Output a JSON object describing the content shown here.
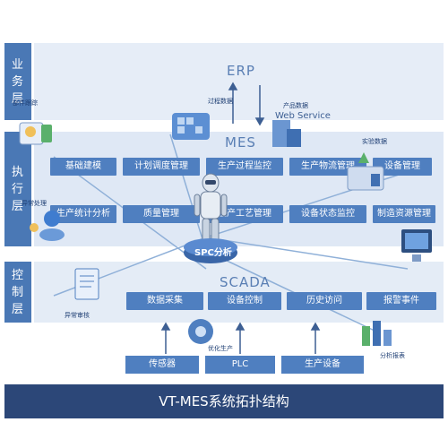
{
  "layers": {
    "business": "业务层",
    "execution": "执行层",
    "control": "控制层"
  },
  "systems": {
    "erp": "ERP",
    "web_service": "Web Service",
    "mes": "MES",
    "scada": "SCADA",
    "spc": "SPC分析"
  },
  "mes_modules_row1": [
    "基础建模",
    "计划调度管理",
    "生产过程监控",
    "生产物流管理",
    "设备管理"
  ],
  "mes_modules_row2": [
    "生产统计分析",
    "质量管理",
    "生产工艺管理",
    "设备状态监控",
    "制造资源管理"
  ],
  "scada_modules": [
    "数据采集",
    "设备控制",
    "历史访问",
    "报警事件"
  ],
  "devices": [
    "传感器",
    "PLC",
    "生产设备"
  ],
  "icon_labels": {
    "parts_tracking": "部件跟踪",
    "process_data": "过程数据",
    "product_data": "产品数据",
    "experiment_data": "实验数据",
    "exception_handling": "异常处理",
    "exception_audit": "异常审核",
    "optimize_production": "优化生产",
    "analysis_report": "分析报表"
  },
  "title": "VT-MES系统拓扑结构",
  "colors": {
    "accent": "#4f7fc0",
    "layer_tag": "#4a78b5",
    "band": "#e4ecf7",
    "footer": "#2c4778"
  }
}
